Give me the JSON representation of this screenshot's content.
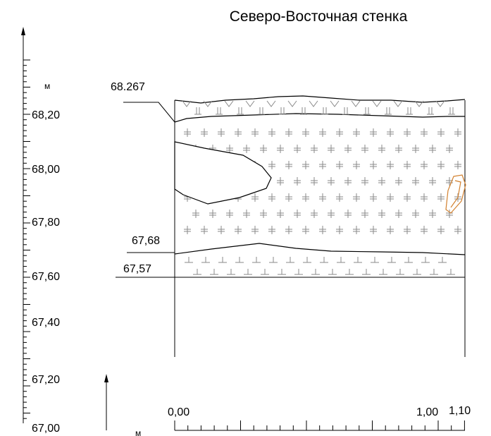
{
  "title": "Северо-Восточная стенка",
  "vertical_scale": {
    "unit": "м",
    "ticks": [
      "68,20",
      "68,00",
      "67,80",
      "67,60",
      "67,40",
      "67,20",
      "67,00"
    ]
  },
  "horizontal_scale": {
    "unit": "м",
    "ticks": [
      "0,00",
      "1,00",
      "1,10"
    ]
  },
  "elevations": {
    "top": "68.267",
    "interface": "67,68",
    "bottom": "67,57"
  },
  "colors": {
    "line": "#000000",
    "hatch": "#8a8a8a",
    "inclusion": "#d2802e"
  }
}
